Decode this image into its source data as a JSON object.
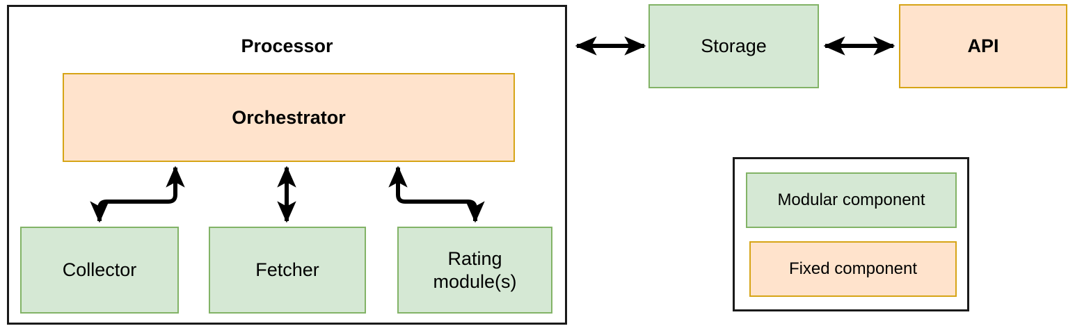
{
  "diagram": {
    "title_visible": false,
    "processor": {
      "label": "Processor",
      "orchestrator": {
        "label": "Orchestrator"
      },
      "modules": [
        {
          "label": "Collector"
        },
        {
          "label": "Fetcher"
        },
        {
          "label": "Rating module(s)"
        }
      ]
    },
    "external": [
      {
        "label": "Storage"
      },
      {
        "label": "API"
      }
    ],
    "legend": {
      "items": [
        {
          "label": "Modular component",
          "kind": "modular"
        },
        {
          "label": "Fixed component",
          "kind": "fixed"
        }
      ]
    },
    "connections": [
      {
        "name": "processor-storage",
        "style": "double-headed-straight"
      },
      {
        "name": "storage-api",
        "style": "double-headed-straight"
      },
      {
        "name": "orchestrator-collector",
        "style": "double-headed-z"
      },
      {
        "name": "orchestrator-fetcher",
        "style": "double-headed-straight"
      },
      {
        "name": "orchestrator-rating",
        "style": "double-headed-z-mirrored"
      }
    ],
    "colors": {
      "modular_fill": "#d5e8d4",
      "modular_stroke": "#82b366",
      "fixed_fill": "#ffe3cc",
      "fixed_stroke": "#d6a416",
      "container_stroke": "#1a1a1a",
      "arrow": "#000000",
      "text": "#000000",
      "background": "#ffffff"
    }
  }
}
